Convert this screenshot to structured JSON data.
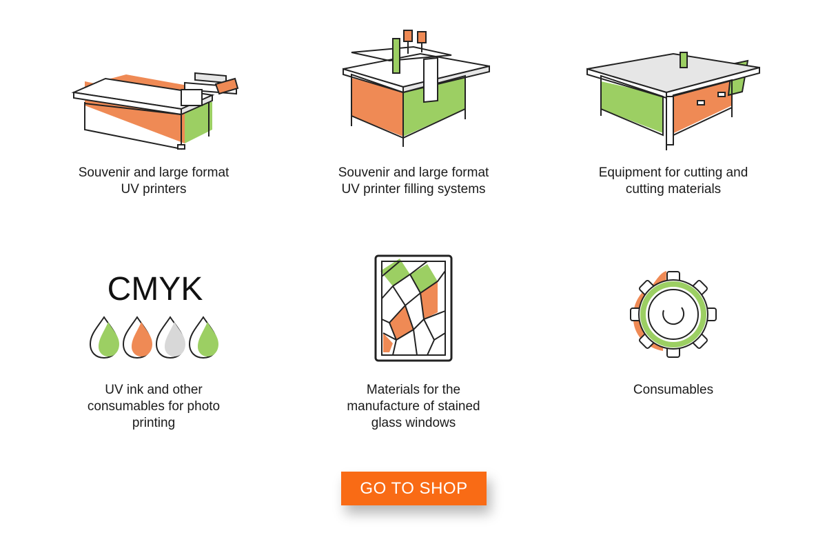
{
  "colors": {
    "green": "#9ccf63",
    "orange": "#ef8a55",
    "grey": "#d8d8d8",
    "outline": "#222222",
    "button": "#f96b15"
  },
  "categories": [
    {
      "label": "Souvenir and large format UV printers",
      "icon": "uv-printer-icon"
    },
    {
      "label": "Souvenir and large format UV printer filling systems",
      "icon": "filling-system-icon"
    },
    {
      "label": "Equipment for cutting and cutting materials",
      "icon": "cutting-table-icon"
    },
    {
      "label": "UV ink and other consumables for photo printing",
      "icon": "cmyk-ink-drops-icon",
      "icon_text": "CMYK"
    },
    {
      "label": "Materials for the manufacture of stained glass windows",
      "icon": "stained-glass-icon"
    },
    {
      "label": "Consumables",
      "icon": "gear-icon"
    }
  ],
  "cta": {
    "label": "GO TO SHOP"
  }
}
